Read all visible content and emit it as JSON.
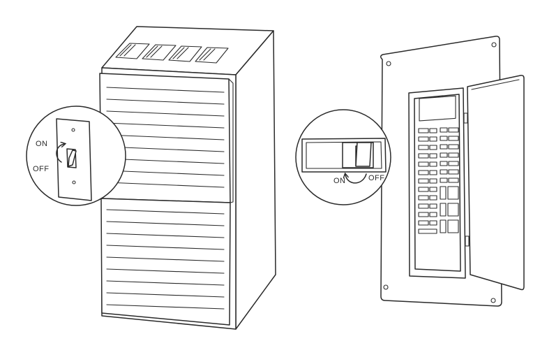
{
  "furnace_switch": {
    "on_label": "ON",
    "off_label": "OFF"
  },
  "breaker_switch": {
    "on_label": "ON",
    "off_label": "OFF"
  },
  "icons": {
    "furnace": "furnace-unit-icon",
    "panel": "electrical-panel-icon",
    "toggle": "toggle-switch-icon",
    "breaker": "circuit-breaker-icon",
    "arrow": "curved-arrow-icon"
  },
  "colors": {
    "line": "#2a2a2a",
    "background": "#ffffff"
  }
}
